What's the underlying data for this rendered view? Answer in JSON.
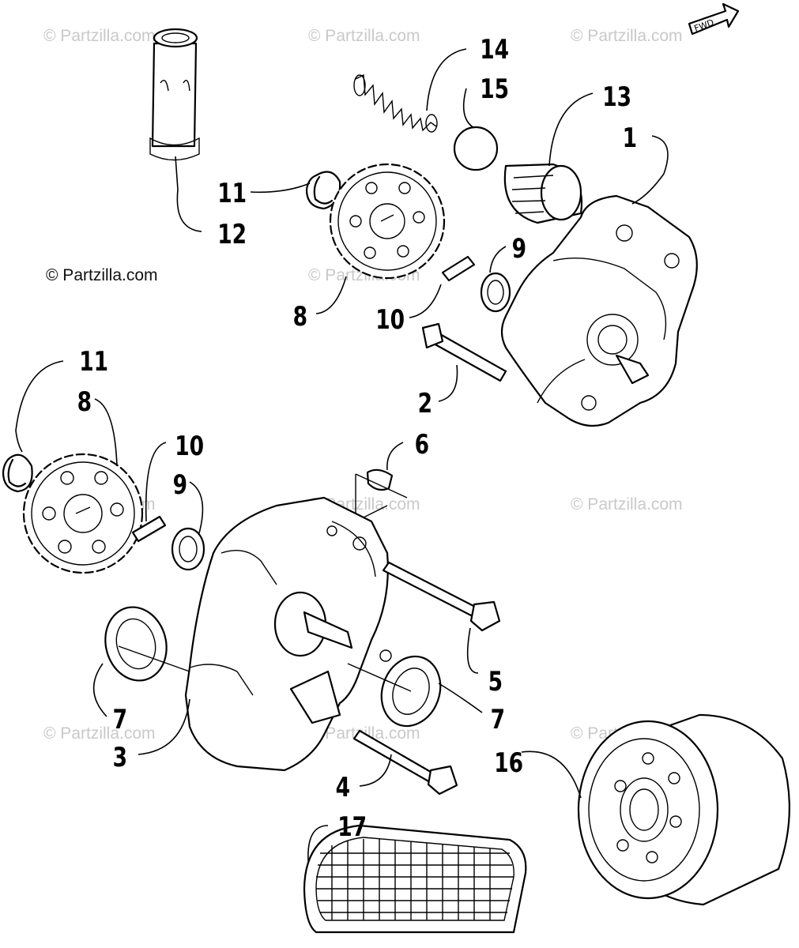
{
  "watermark": "© Partzilla.com",
  "copyright": "© Partzilla.com",
  "direction_label": "FWD",
  "callouts": {
    "c14": "14",
    "c15": "15",
    "c13": "13",
    "c1": "1",
    "c11a": "11",
    "c12": "12",
    "c9a": "9",
    "c8a": "8",
    "c10a": "10",
    "c2": "2",
    "c11b": "11",
    "c8b": "8",
    "c10b": "10",
    "c9b": "9",
    "c6": "6",
    "c5": "5",
    "c7a": "7",
    "c7b": "7",
    "c3": "3",
    "c16": "16",
    "c4": "4",
    "c17": "17"
  }
}
